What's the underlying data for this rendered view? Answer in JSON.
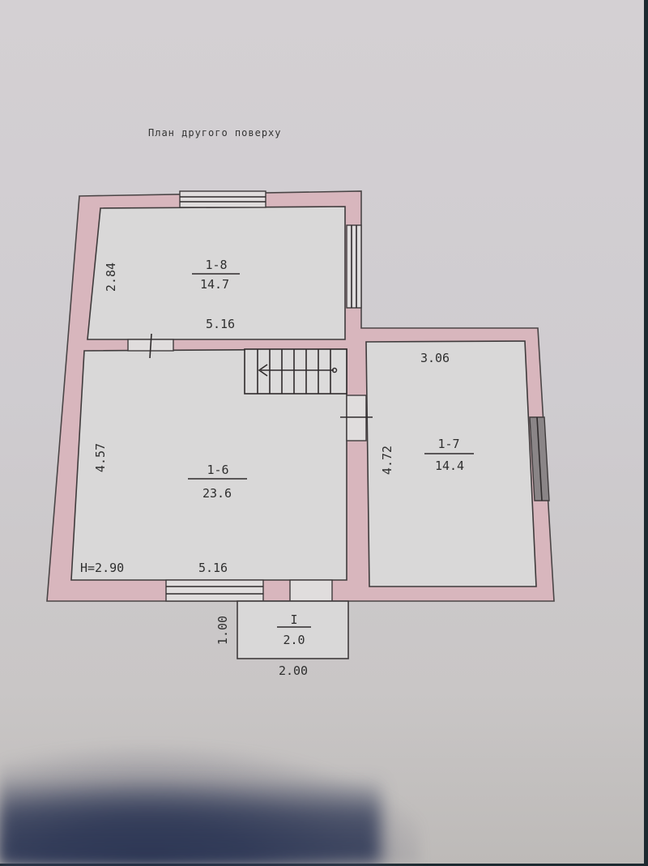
{
  "title": "План другого поверху",
  "colors": {
    "paper": "#d2cfd2",
    "wall": "#d8b6bd",
    "room": "#d9d8d8",
    "line": "#3f3b3c"
  },
  "rooms": [
    {
      "id": "1-8",
      "area": "14.7",
      "width_label": "5.16",
      "height_label": "2.84"
    },
    {
      "id": "1-6",
      "area": "23.6",
      "width_label": "5.16",
      "height_label": "4.57",
      "ceiling": "H=2.90"
    },
    {
      "id": "1-7",
      "area": "14.4",
      "width_label": "3.06",
      "height_label": "4.72"
    },
    {
      "id": "I",
      "area": "2.0",
      "width_label": "2.00",
      "height_label": "1.00"
    }
  ]
}
